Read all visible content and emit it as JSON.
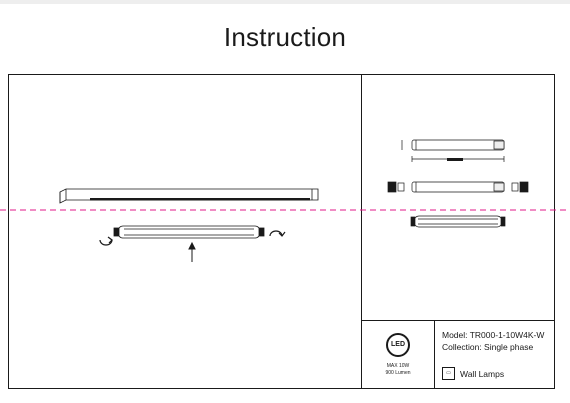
{
  "page": {
    "title": "Instruction"
  },
  "spec": {
    "logo_text": "LED",
    "max_power": "MAX 10W",
    "lumen": "900 Lumen",
    "model": "Model: TR000-1-10W4K-W",
    "collection": "Collection: Single phase",
    "category": "Wall Lamps"
  },
  "colors": {
    "cut_line": "#e0198a",
    "line": "#1a1a1a"
  },
  "icons": [
    "led-logo-icon",
    "wall-lamp-icon",
    "rotate-icon",
    "arrow-up-icon"
  ]
}
